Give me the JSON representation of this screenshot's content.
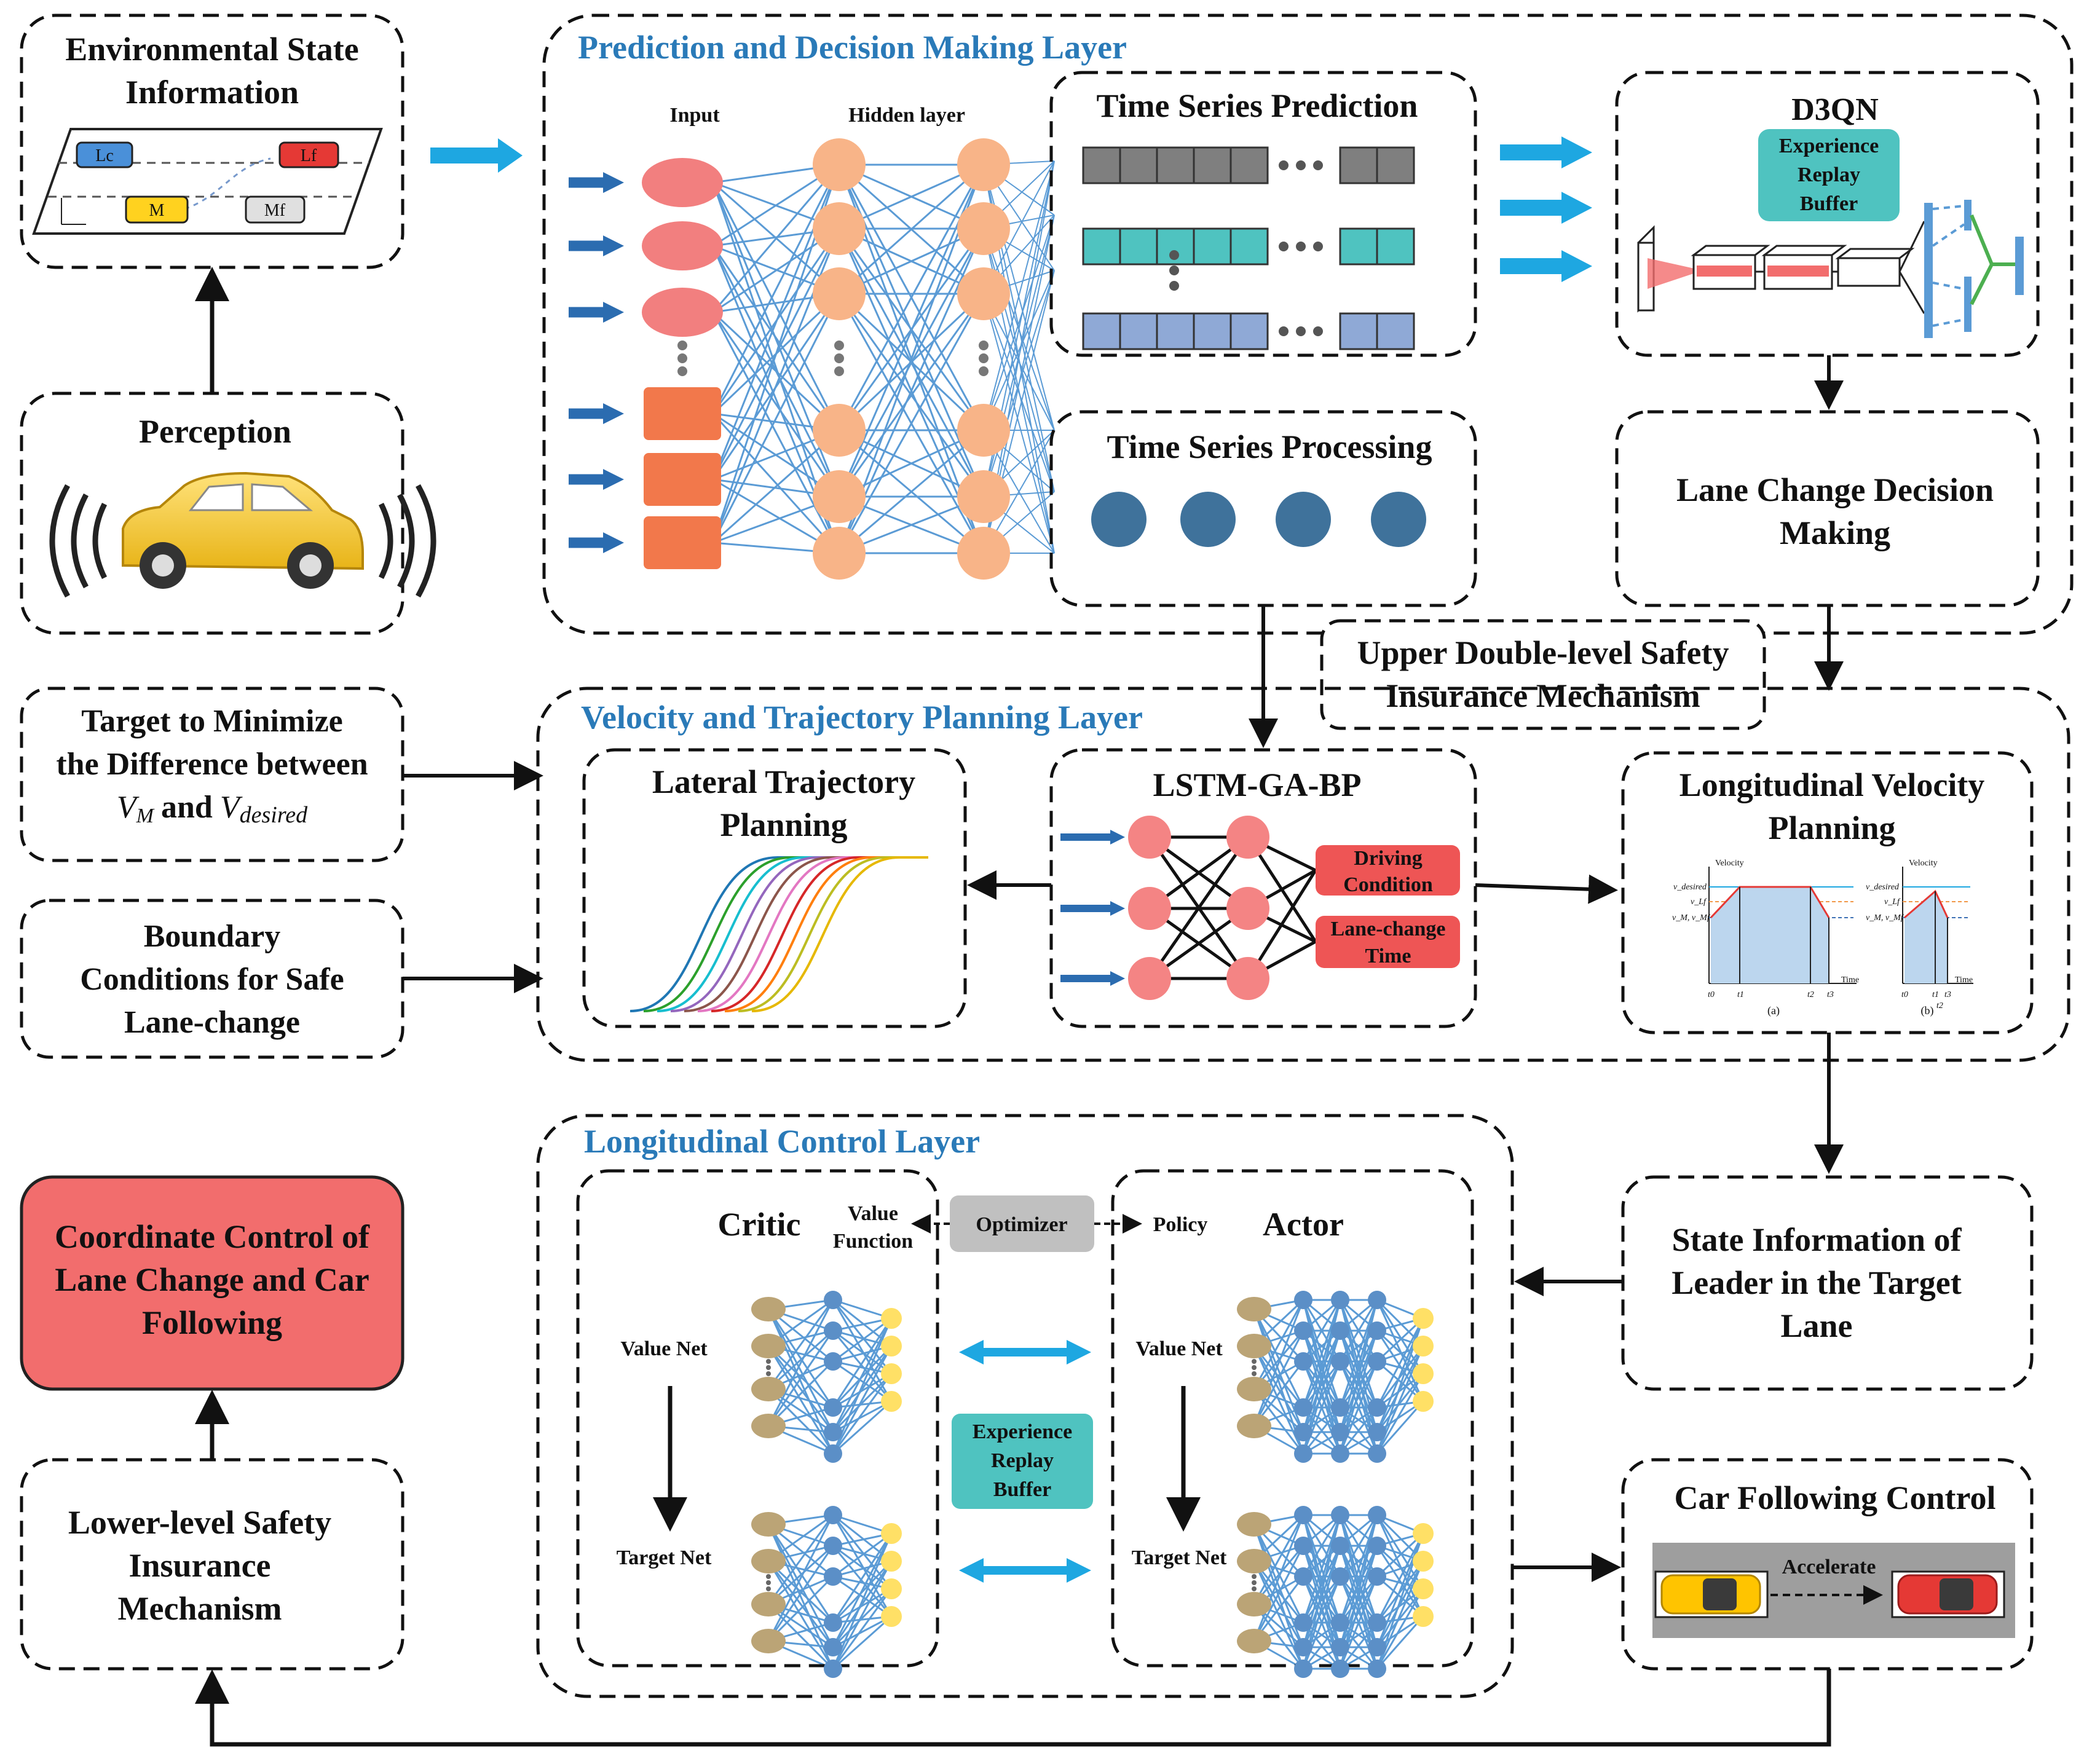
{
  "env_state": {
    "title_line1": "Environmental State",
    "title_line2": "Information",
    "car_lc": "Lc",
    "car_lf": "Lf",
    "car_m": "M",
    "car_mf": "Mf"
  },
  "perception": {
    "title": "Perception"
  },
  "target_min": {
    "line1": "Target to Minimize",
    "line2": "the Difference between",
    "line3_vm": "V",
    "line3_vm_sub": "M",
    "line3_and": "and",
    "line3_vd": "V",
    "line3_vd_sub": "desired"
  },
  "boundary": {
    "line1": "Boundary",
    "line2": "Conditions for Safe",
    "line3": "Lane-change"
  },
  "coordinate": {
    "line1": "Coordinate Control of",
    "line2": "Lane Change and Car",
    "line3": "Following"
  },
  "lower_safety": {
    "line1": "Lower-level Safety",
    "line2": "Insurance",
    "line3": "Mechanism"
  },
  "prediction_layer": {
    "title": "Prediction and Decision Making Layer",
    "input_label": "Input",
    "hidden_label": "Hidden layer",
    "tsp_title": "Time Series Prediction",
    "tsproc_title": "Time Series Processing",
    "d3qn_title": "D3QN",
    "erb_line1": "Experience",
    "erb_line2": "Replay",
    "erb_line3": "Buffer",
    "lcdm_line1": "Lane Change Decision",
    "lcdm_line2": "Making"
  },
  "upper_safety": {
    "line1": "Upper Double-level Safety",
    "line2": "Insurance Mechanism"
  },
  "velocity_layer": {
    "title": "Velocity and Trajectory Planning Layer",
    "lateral_line1": "Lateral Trajectory",
    "lateral_line2": "Planning",
    "lstm_title": "LSTM-GA-BP",
    "driving_line1": "Driving",
    "driving_line2": "Condition",
    "lanechange_line1": "Lane-change",
    "lanechange_line2": "Time",
    "longvel_line1": "Longitudinal Velocity",
    "longvel_line2": "Planning",
    "mini_axis_y": "Velocity",
    "mini_axis_x": "Time",
    "mini_v_desired": "v_desired",
    "mini_v_lf": "v_Lf",
    "mini_v_m": "v_M, v_Mf",
    "mini_t0": "t0",
    "mini_t1": "t1",
    "mini_t2": "t2",
    "mini_t3": "t3",
    "mini_a": "(a)",
    "mini_b": "(b)"
  },
  "control_layer": {
    "title": "Longitudinal Control Layer",
    "critic": "Critic",
    "actor": "Actor",
    "value_function_line1": "Value",
    "value_function_line2": "Function",
    "optimizer": "Optimizer",
    "policy": "Policy",
    "value_net": "Value Net",
    "target_net": "Target Net",
    "erb_line1": "Experience",
    "erb_line2": "Replay",
    "erb_line3": "Buffer"
  },
  "state_info": {
    "line1": "State Information of",
    "line2": "Leader in the Target",
    "line3": "Lane"
  },
  "car_following": {
    "title": "Car Following Control",
    "accelerate": "Accelerate"
  },
  "colors": {
    "layer_title": "#2a7ab8",
    "arrow_light": "#1ea7e1",
    "arrow_dark": "#2b6cb0",
    "input_ellipse": "#f27f7f",
    "input_rect": "#f2784b",
    "hidden_node": "#f8b488",
    "link": "#5b9bd5",
    "teal": "#4fc3c0",
    "gray_cell": "#7f7f7f",
    "blue_cell": "#8fa9d6",
    "tsproc_node": "#3f729b",
    "coord_fill": "#f26d6d",
    "red_label": "#ee5555",
    "optimizer": "#c0c0c0",
    "khaki_node": "#bba476",
    "yellow_node": "#ffe066",
    "blue_node": "#5b8fc7"
  }
}
